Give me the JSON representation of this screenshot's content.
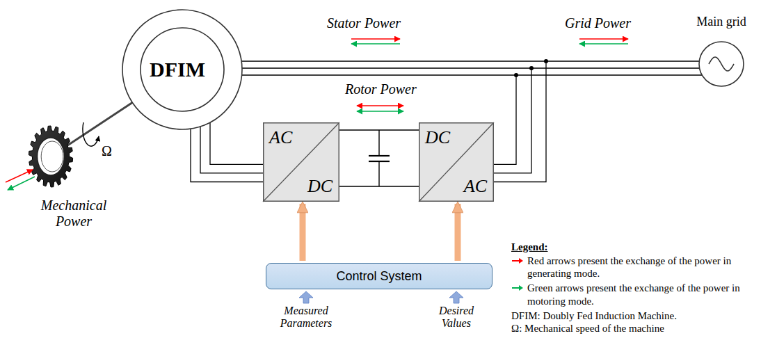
{
  "diagram": {
    "nodes": [
      {
        "text": [
          "DFIM"
        ]
      },
      {
        "text": [
          "AC",
          "DC"
        ]
      },
      {
        "text": [
          "DC",
          "AC"
        ]
      },
      {
        "text": [
          "Control System"
        ]
      },
      {
        "text": [
          "Main grid"
        ]
      }
    ],
    "edges": [
      {
        "from": 0,
        "to": 4,
        "arrow": "none"
      },
      {
        "from": 0,
        "to": 1,
        "arrow": "none"
      },
      {
        "from": 1,
        "to": 2,
        "arrow": "none"
      },
      {
        "from": 2,
        "to": 4,
        "arrow": "none"
      },
      {
        "from": 3,
        "to": 1,
        "arrow": "to"
      },
      {
        "from": 3,
        "to": 2,
        "arrow": "to"
      }
    ],
    "labels": [
      "Stator Power",
      "Grid Power",
      "Rotor Power",
      "Mechanical Power",
      "Ω",
      "Measured Parameters",
      "Desired Values",
      "Legend:",
      "DFIM: Doubly Fed Induction Machine.",
      "Ω: Mechanical speed of the machine"
    ],
    "legend": [
      {
        "text": "Red arrows present the exchange of the power in generating mode.",
        "color": "#ff0000"
      },
      {
        "text": "Green arrows present the exchange of the power in motoring mode.",
        "color": "#00b050"
      }
    ]
  }
}
